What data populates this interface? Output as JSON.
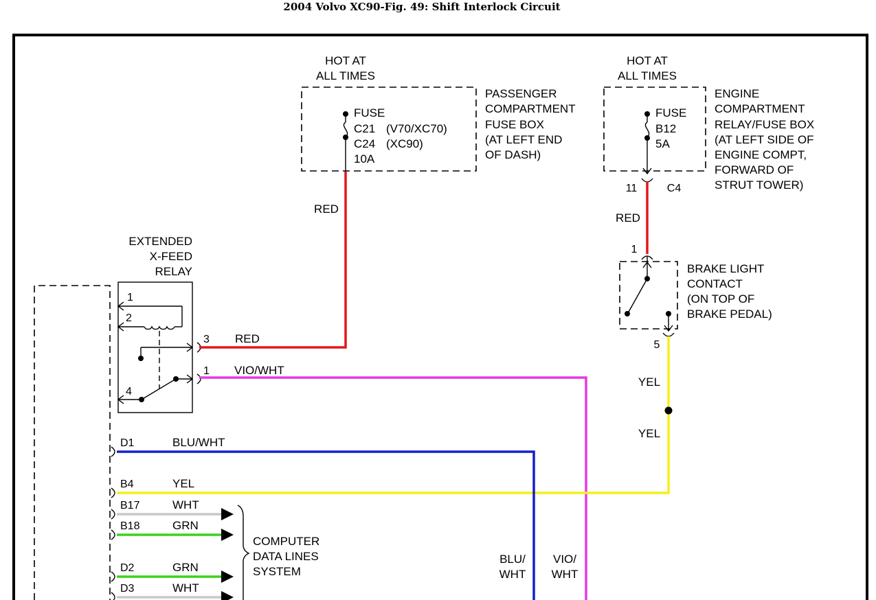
{
  "title": "2004 Volvo XC90-Fig. 49: Shift Interlock Circuit",
  "colors": {
    "red": "#e3151b",
    "violet_white": "#e638e6",
    "blue_white": "#1320c8",
    "yellow": "#f7ef1a",
    "white": "#c8c8c8",
    "green": "#3ad21c"
  },
  "fuse_box_passenger": {
    "hot": [
      "HOT AT",
      "ALL TIMES"
    ],
    "fuse": [
      "FUSE",
      "C21",
      "C24",
      "10A"
    ],
    "models": [
      "(V70/XC70)",
      "(XC90)"
    ],
    "name": [
      "PASSENGER",
      "COMPARTMENT",
      "FUSE BOX",
      "(AT LEFT END",
      "OF DASH)"
    ]
  },
  "fuse_box_engine": {
    "hot": [
      "HOT AT",
      "ALL TIMES"
    ],
    "fuse": [
      "FUSE",
      "B12",
      "5A"
    ],
    "name": [
      "ENGINE",
      "COMPARTMENT",
      "RELAY/FUSE BOX",
      "(AT LEFT SIDE OF",
      "ENGINE COMPT,",
      "FORWARD OF",
      "STRUT TOWER)"
    ],
    "pin": "11",
    "connector": "C4"
  },
  "relay": {
    "name": [
      "EXTENDED",
      "X-FEED",
      "RELAY"
    ],
    "pins": [
      "1",
      "2",
      "4"
    ],
    "out_pins": [
      "3",
      "1"
    ]
  },
  "brake_switch": {
    "name": [
      "BRAKE LIGHT",
      "CONTACT",
      "(ON TOP OF",
      "BRAKE PEDAL)"
    ],
    "pin_top": "1",
    "pin_bottom": "5"
  },
  "wires": {
    "red_fuse": "RED",
    "red_relay": "RED",
    "red_brake": "RED",
    "vio_relay": "VIO/WHT",
    "yel_upper": "YEL",
    "yel_lower": "YEL",
    "blu_bottom": [
      "BLU/",
      "WHT"
    ],
    "vio_bottom": [
      "VIO/",
      "WHT"
    ]
  },
  "module_pins": [
    {
      "pin": "D1",
      "color": "BLU/WHT"
    },
    {
      "pin": "B4",
      "color": "YEL"
    },
    {
      "pin": "B17",
      "color": "WHT"
    },
    {
      "pin": "B18",
      "color": "GRN"
    },
    {
      "pin": "D2",
      "color": "GRN"
    },
    {
      "pin": "D3",
      "color": "WHT"
    }
  ],
  "data_lines": [
    "COMPUTER",
    "DATA LINES",
    "SYSTEM"
  ]
}
